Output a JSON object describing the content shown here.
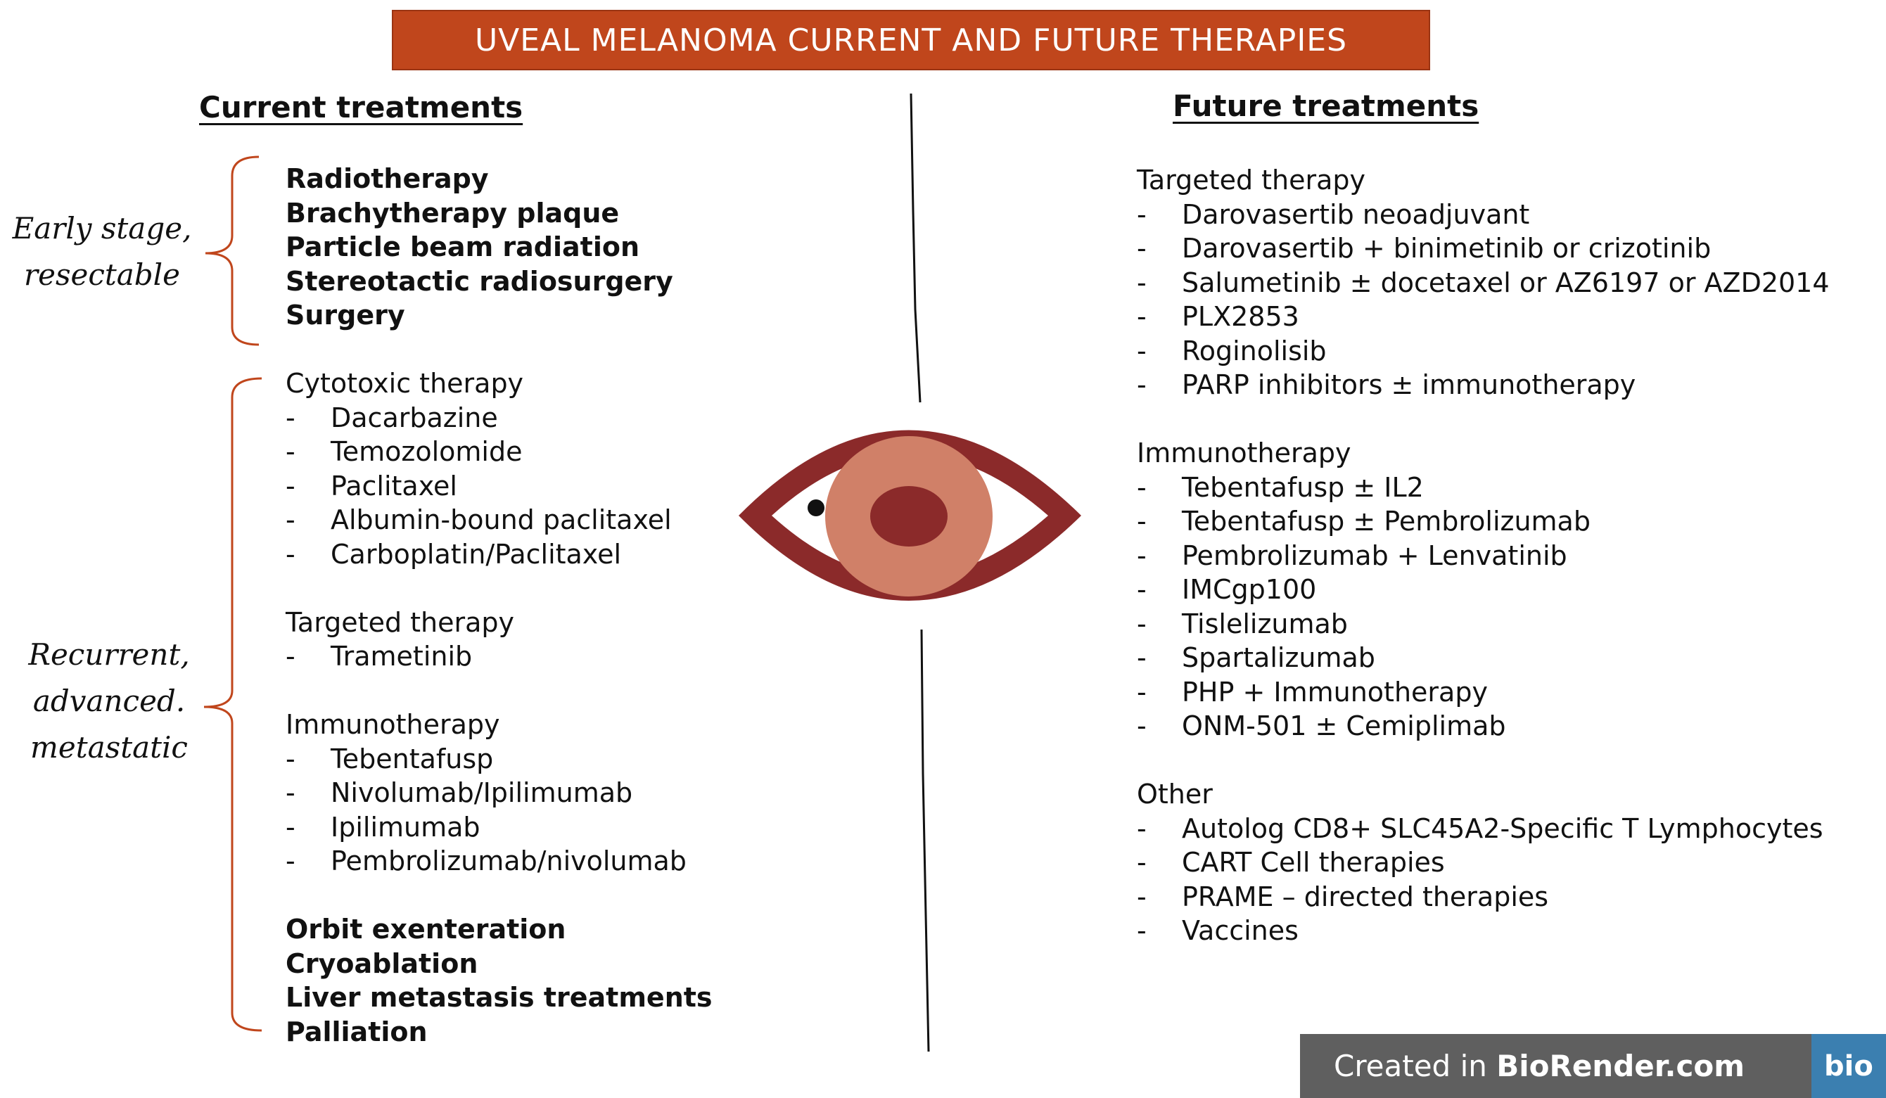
{
  "title": "UVEAL MELANOMA CURRENT AND FUTURE THERAPIES",
  "colors": {
    "banner": "#c0461c",
    "brace": "#c0461c",
    "eye_outer": "#8b2a2a",
    "iris": "#d08068",
    "pupil": "#8b2a2a"
  },
  "current": {
    "heading": "Current treatments",
    "early_label": [
      "Early stage,",
      "resectable"
    ],
    "advanced_label": [
      "Recurrent,",
      "advanced.",
      "metastatic"
    ],
    "early_items": [
      "Radiotherapy",
      "Brachytherapy plaque",
      "Particle beam radiation",
      "Stereotactic radiosurgery",
      "Surgery"
    ],
    "groups": [
      {
        "title": "Cytotoxic therapy",
        "items": [
          "Dacarbazine",
          "Temozolomide",
          "Paclitaxel",
          "Albumin-bound paclitaxel",
          "Carboplatin/Paclitaxel"
        ]
      },
      {
        "title": "Targeted therapy",
        "items": [
          "Trametinib"
        ]
      },
      {
        "title": "Immunotherapy",
        "items": [
          "Tebentafusp",
          "Nivolumab/Ipilimumab",
          "Ipilimumab",
          "Pembrolizumab/nivolumab"
        ]
      }
    ],
    "final_items": [
      "Orbit exenteration",
      "Cryoablation",
      "Liver metastasis treatments",
      "Palliation"
    ]
  },
  "future": {
    "heading": "Future treatments",
    "groups": [
      {
        "title": "Targeted therapy",
        "items": [
          "Darovasertib neoadjuvant",
          "Darovasertib + binimetinib or crizotinib",
          "Salumetinib ± docetaxel or AZ6197 or AZD2014",
          "PLX2853",
          "Roginolisib",
          "PARP inhibitors ± immunotherapy"
        ]
      },
      {
        "title": "Immunotherapy",
        "items": [
          "Tebentafusp ± IL2",
          "Tebentafusp ± Pembrolizumab",
          "Pembrolizumab + Lenvatinib",
          "IMCgp100",
          "Tislelizumab",
          "Spartalizumab",
          "PHP + Immunotherapy",
          "ONM-501 ± Cemiplimab"
        ]
      },
      {
        "title": "Other",
        "items": [
          "Autolog CD8+ SLC45A2-Specific T Lymphocytes",
          "CART Cell therapies",
          "PRAME – directed therapies",
          "Vaccines"
        ]
      }
    ]
  },
  "dash": "-",
  "footer": {
    "prefix": "Created in ",
    "brand": "BioRender.com",
    "logo": "bio"
  }
}
